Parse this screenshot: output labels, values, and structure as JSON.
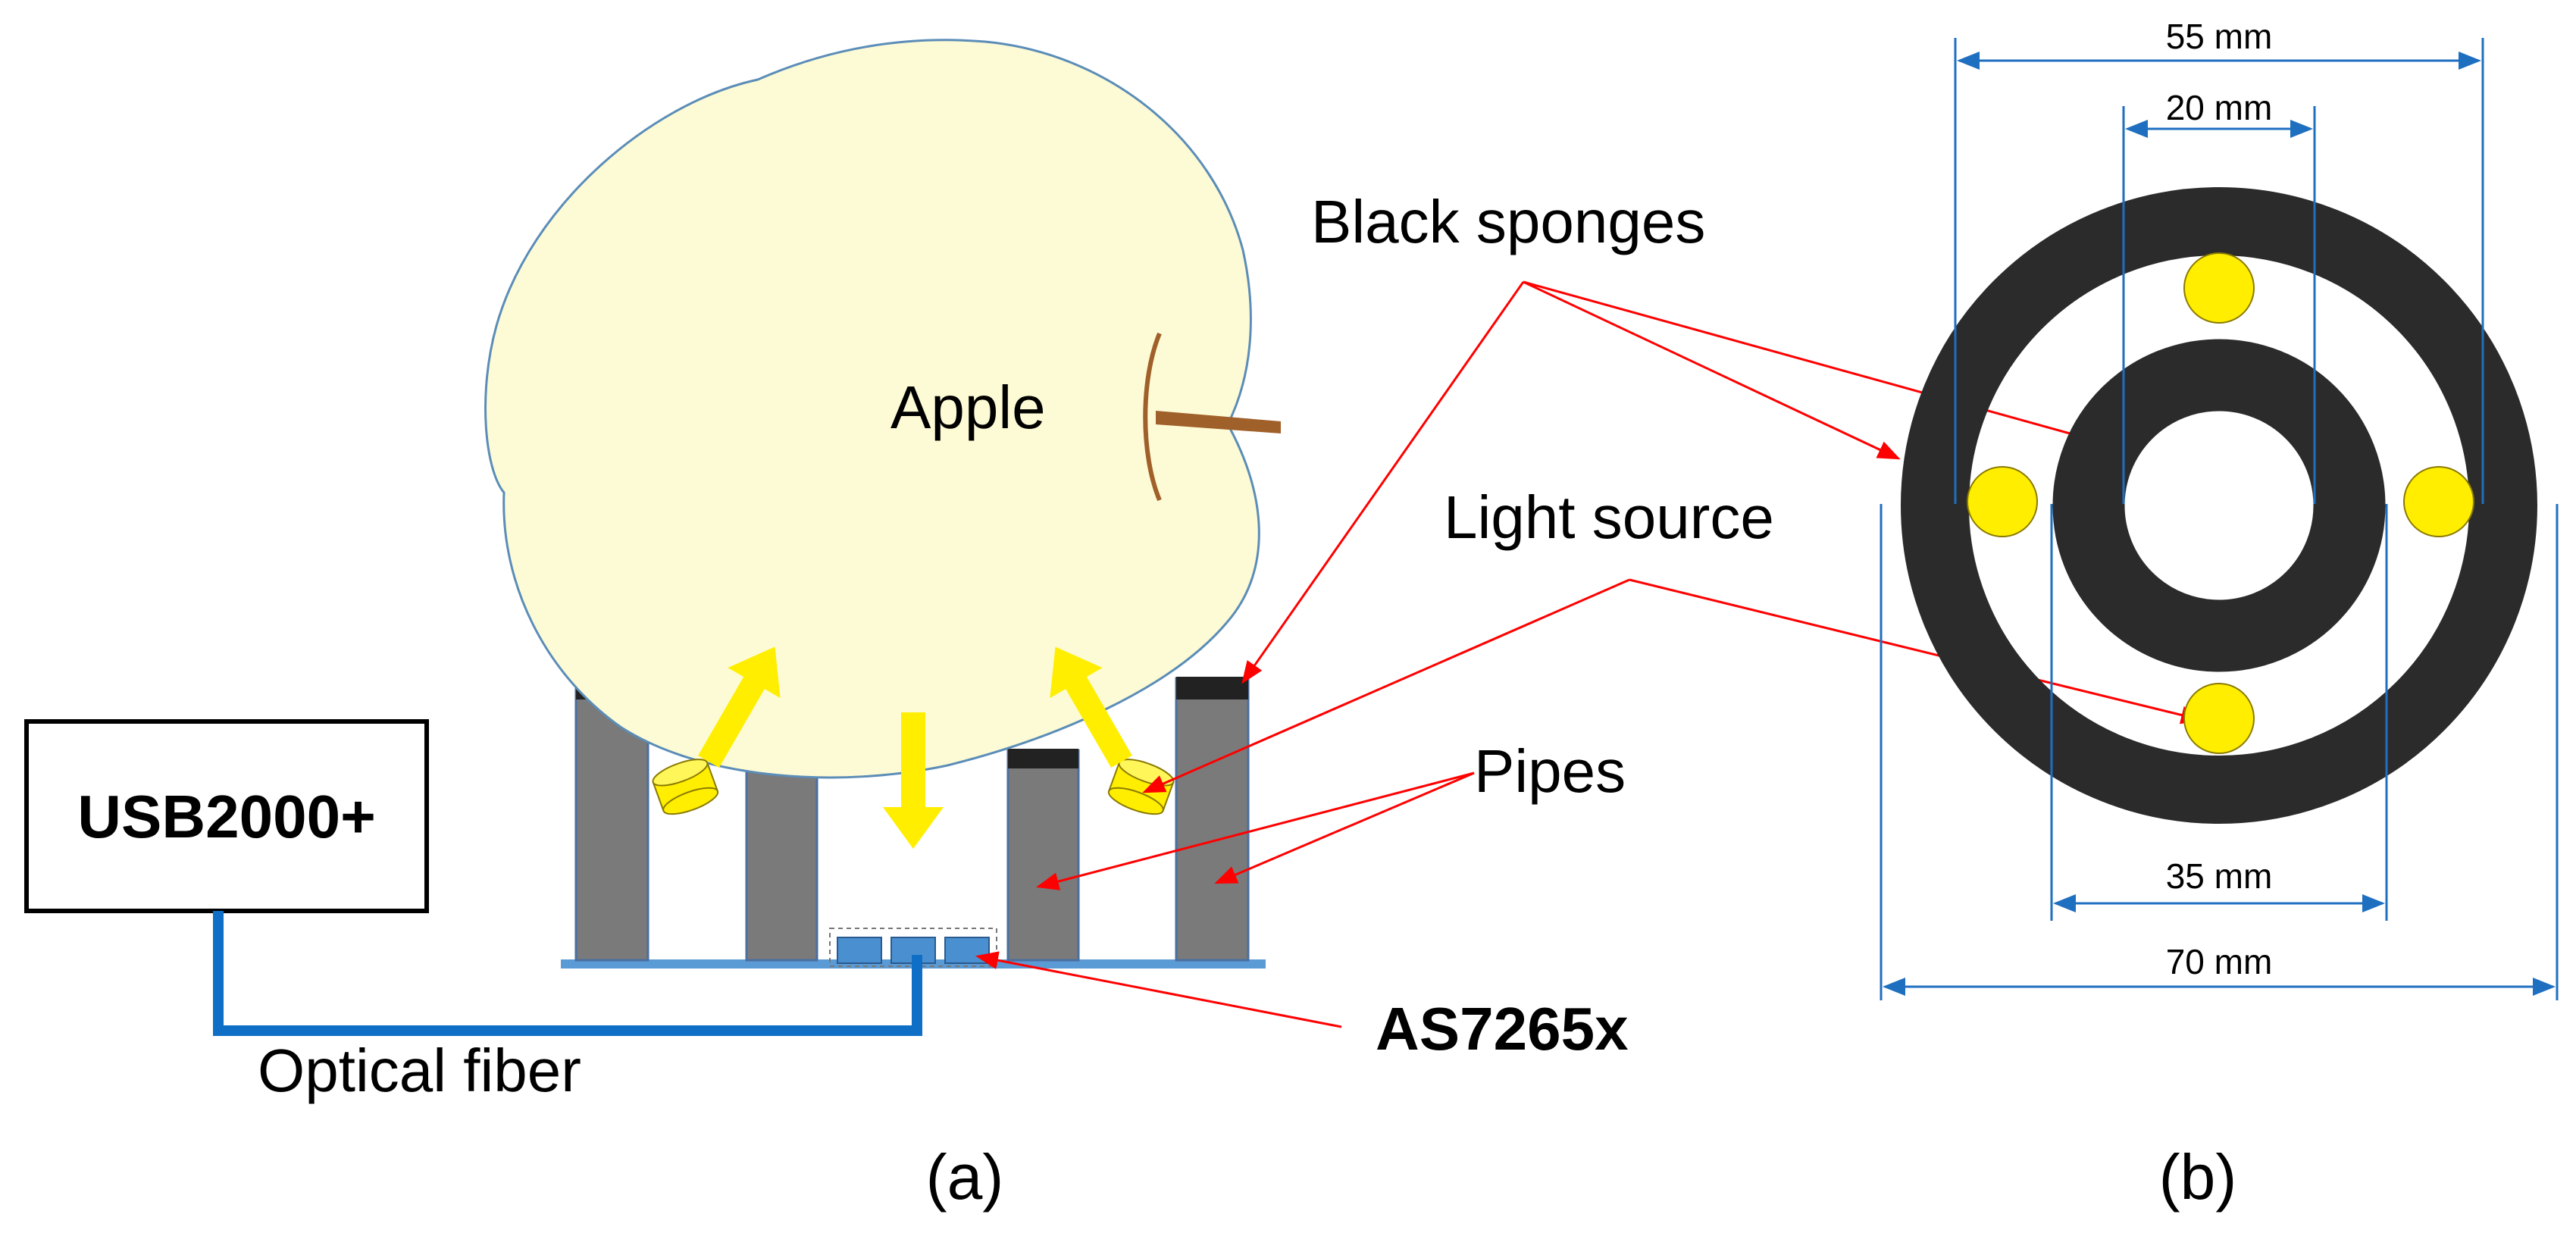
{
  "labels": {
    "apple": "Apple",
    "black_sponges": "Black sponges",
    "light_source": "Light source",
    "pipes": "Pipes",
    "usb": "USB2000+",
    "sensor": "AS7265x",
    "optical_fiber": "Optical fiber"
  },
  "dimensions": {
    "d55": "55 mm",
    "d20": "20 mm",
    "d35": "35 mm",
    "d70": "70 mm"
  },
  "captions": {
    "a": "(a)",
    "b": "(b)"
  },
  "colors": {
    "apple_fill": "#fdfbd5",
    "apple_stroke": "#5b8db8",
    "stem": "#a0602a",
    "pipe": "#7a7a7a",
    "sponge": "#222222",
    "light": "#ffee00",
    "sensor_chip": "#4a90d0",
    "fiber": "#0f6fc6",
    "pointer": "#ff0000",
    "dimension_line": "#1f6fc0",
    "ring": "#2b2b2b"
  },
  "icons": {
    "light_beam": "yellow-arrow-icon",
    "light_emitter": "cylinder-led-icon"
  }
}
